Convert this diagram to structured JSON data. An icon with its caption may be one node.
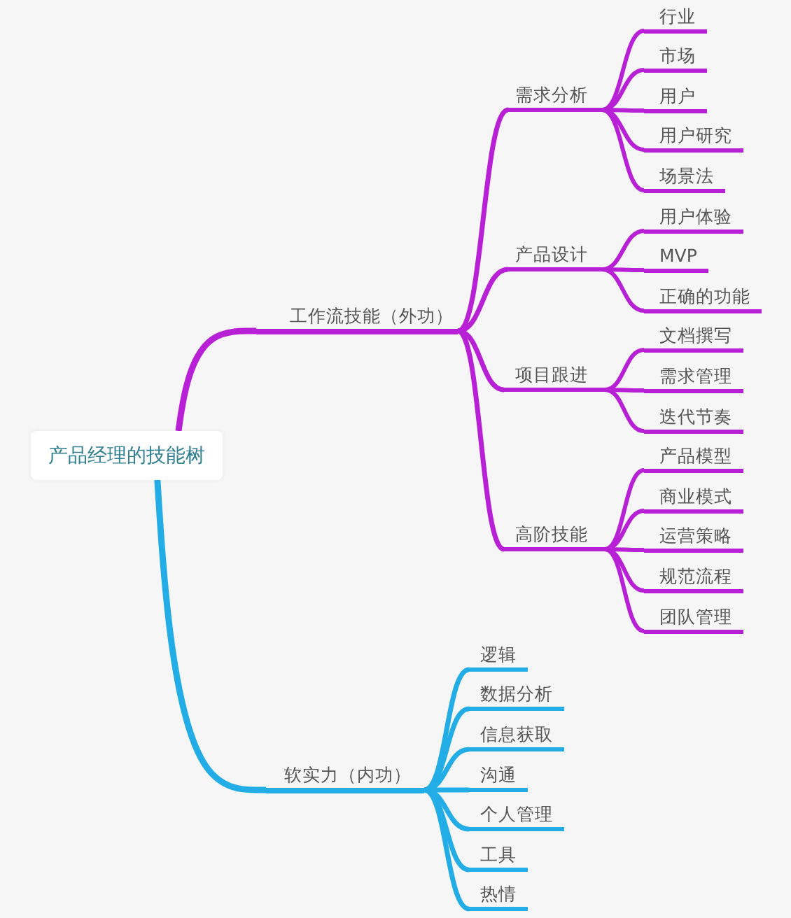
{
  "diagram": {
    "nodes": [
      {
        "text": [
          "产品经理的技能树"
        ]
      },
      {
        "text": [
          "工作流技能（外功）"
        ]
      },
      {
        "text": [
          "需求分析"
        ]
      },
      {
        "text": [
          "行业"
        ]
      },
      {
        "text": [
          "市场"
        ]
      },
      {
        "text": [
          "用户"
        ]
      },
      {
        "text": [
          "用户研究"
        ]
      },
      {
        "text": [
          "场景法"
        ]
      },
      {
        "text": [
          "产品设计"
        ]
      },
      {
        "text": [
          "用户体验"
        ]
      },
      {
        "text": [
          "MVP"
        ]
      },
      {
        "text": [
          "正确的功能"
        ]
      },
      {
        "text": [
          "项目跟进"
        ]
      },
      {
        "text": [
          "文档撰写"
        ]
      },
      {
        "text": [
          "需求管理"
        ]
      },
      {
        "text": [
          "迭代节奏"
        ]
      },
      {
        "text": [
          "高阶技能"
        ]
      },
      {
        "text": [
          "产品模型"
        ]
      },
      {
        "text": [
          "商业模式"
        ]
      },
      {
        "text": [
          "运营策略"
        ]
      },
      {
        "text": [
          "规范流程"
        ]
      },
      {
        "text": [
          "团队管理"
        ]
      },
      {
        "text": [
          "软实力（内功）"
        ]
      },
      {
        "text": [
          "逻辑"
        ]
      },
      {
        "text": [
          "数据分析"
        ]
      },
      {
        "text": [
          "信息获取"
        ]
      },
      {
        "text": [
          "沟通"
        ]
      },
      {
        "text": [
          "个人管理"
        ]
      },
      {
        "text": [
          "工具"
        ]
      },
      {
        "text": [
          "热情"
        ]
      }
    ],
    "edges": [
      {
        "from": 0,
        "to": 1,
        "arrow": "none"
      },
      {
        "from": 1,
        "to": 2,
        "arrow": "none"
      },
      {
        "from": 2,
        "to": 3,
        "arrow": "none"
      },
      {
        "from": 2,
        "to": 4,
        "arrow": "none"
      },
      {
        "from": 2,
        "to": 5,
        "arrow": "none"
      },
      {
        "from": 2,
        "to": 6,
        "arrow": "none"
      },
      {
        "from": 2,
        "to": 7,
        "arrow": "none"
      },
      {
        "from": 1,
        "to": 8,
        "arrow": "none"
      },
      {
        "from": 8,
        "to": 9,
        "arrow": "none"
      },
      {
        "from": 8,
        "to": 10,
        "arrow": "none"
      },
      {
        "from": 8,
        "to": 11,
        "arrow": "none"
      },
      {
        "from": 1,
        "to": 12,
        "arrow": "none"
      },
      {
        "from": 12,
        "to": 13,
        "arrow": "none"
      },
      {
        "from": 12,
        "to": 14,
        "arrow": "none"
      },
      {
        "from": 12,
        "to": 15,
        "arrow": "none"
      },
      {
        "from": 1,
        "to": 16,
        "arrow": "none"
      },
      {
        "from": 16,
        "to": 17,
        "arrow": "none"
      },
      {
        "from": 16,
        "to": 18,
        "arrow": "none"
      },
      {
        "from": 16,
        "to": 19,
        "arrow": "none"
      },
      {
        "from": 16,
        "to": 20,
        "arrow": "none"
      },
      {
        "from": 16,
        "to": 21,
        "arrow": "none"
      },
      {
        "from": 0,
        "to": 22,
        "arrow": "none",
        "color": "#22ade6"
      },
      {
        "from": 22,
        "to": 23,
        "arrow": "none",
        "color": "#22ade6"
      },
      {
        "from": 22,
        "to": 24,
        "arrow": "none",
        "color": "#22ade6"
      },
      {
        "from": 22,
        "to": 25,
        "arrow": "none",
        "color": "#22ade6"
      },
      {
        "from": 22,
        "to": 26,
        "arrow": "none",
        "color": "#22ade6"
      },
      {
        "from": 22,
        "to": 27,
        "arrow": "none",
        "color": "#22ade6"
      },
      {
        "from": 22,
        "to": 28,
        "arrow": "none",
        "color": "#22ade6"
      },
      {
        "from": 22,
        "to": 29,
        "arrow": "none",
        "color": "#22ade6"
      }
    ]
  }
}
